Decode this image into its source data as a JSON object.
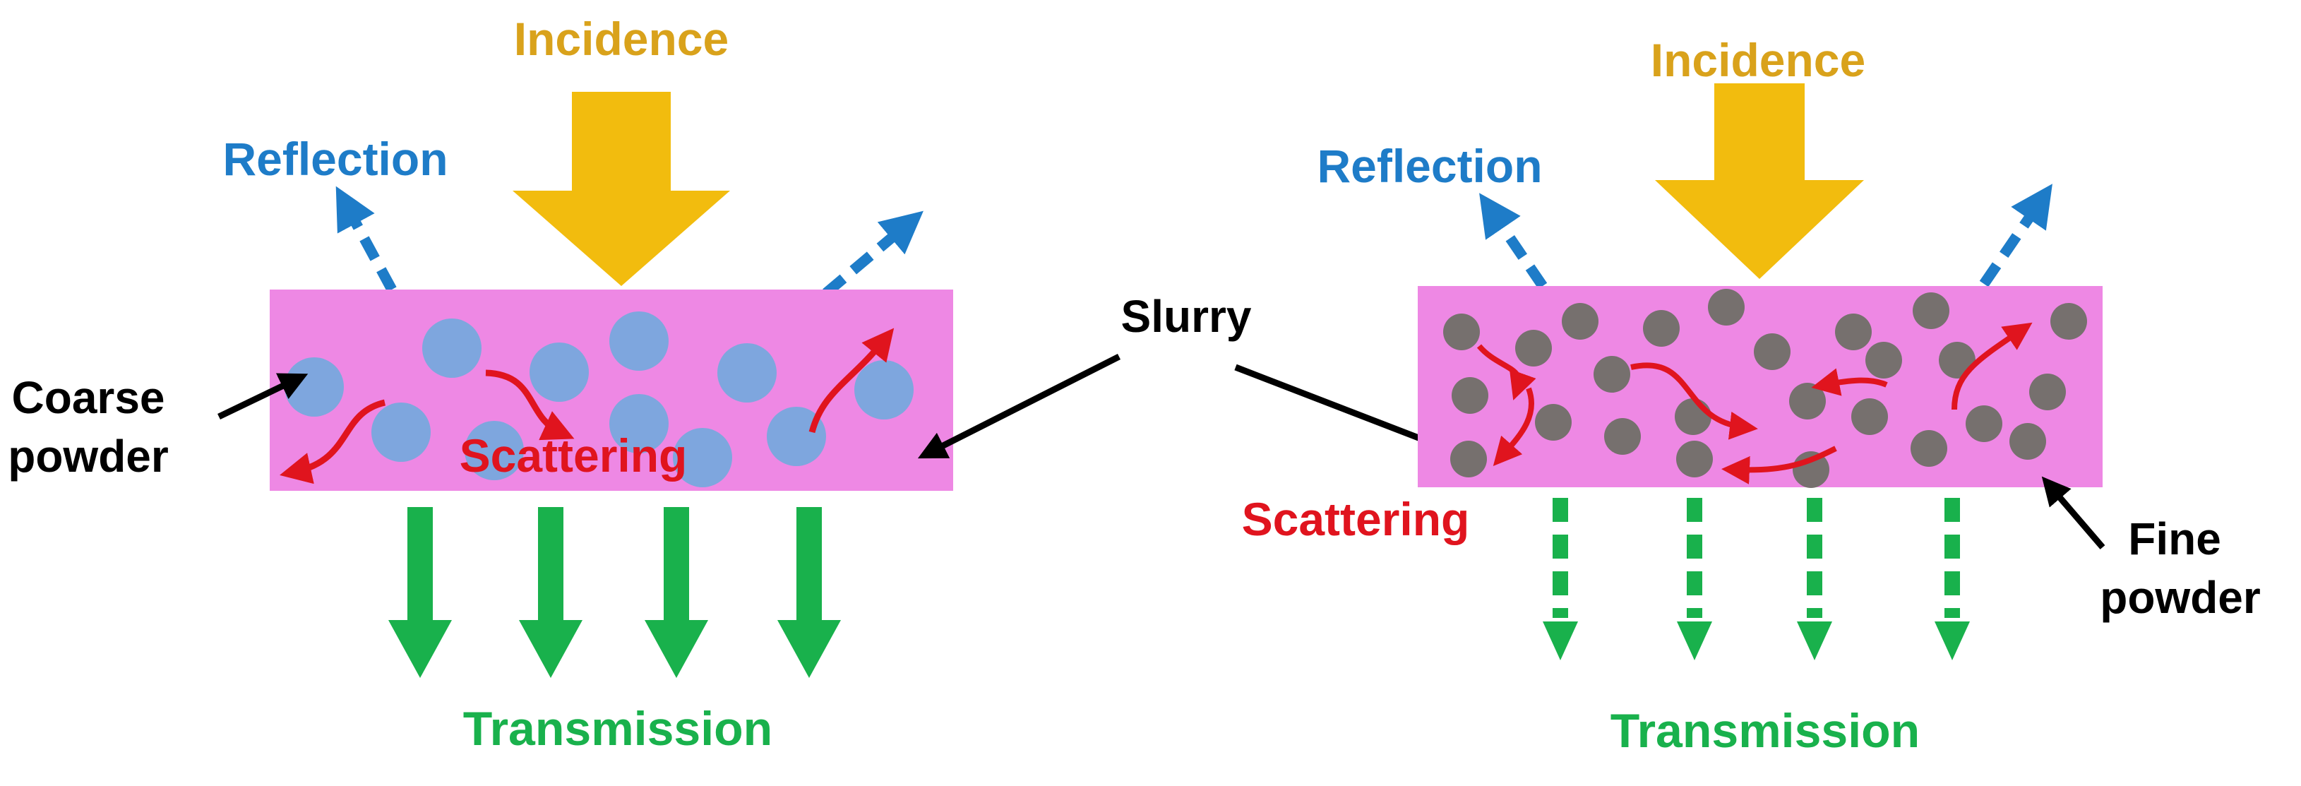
{
  "colors": {
    "incidence": "#F2BC0E",
    "incidence_text": "#D9A21B",
    "reflection": "#1E7CC8",
    "transmission": "#19B14C",
    "scattering": "#E0141E",
    "slurry": "#EE88E4",
    "coarse_particle": "#7EA6DE",
    "fine_particle": "#76706E",
    "label": "#000000"
  },
  "shared": {
    "slurry_label": "Slurry"
  },
  "left_panel": {
    "incidence_label": "Incidence",
    "reflection_label": "Reflection",
    "scattering_label": "Scattering",
    "transmission_label": "Transmission",
    "powder_label_line1": "Coarse",
    "powder_label_line2": "powder"
  },
  "right_panel": {
    "incidence_label": "Incidence",
    "reflection_label": "Reflection",
    "scattering_label": "Scattering",
    "transmission_label": "Transmission",
    "powder_label_line1": "Fine",
    "powder_label_line2": "powder"
  }
}
